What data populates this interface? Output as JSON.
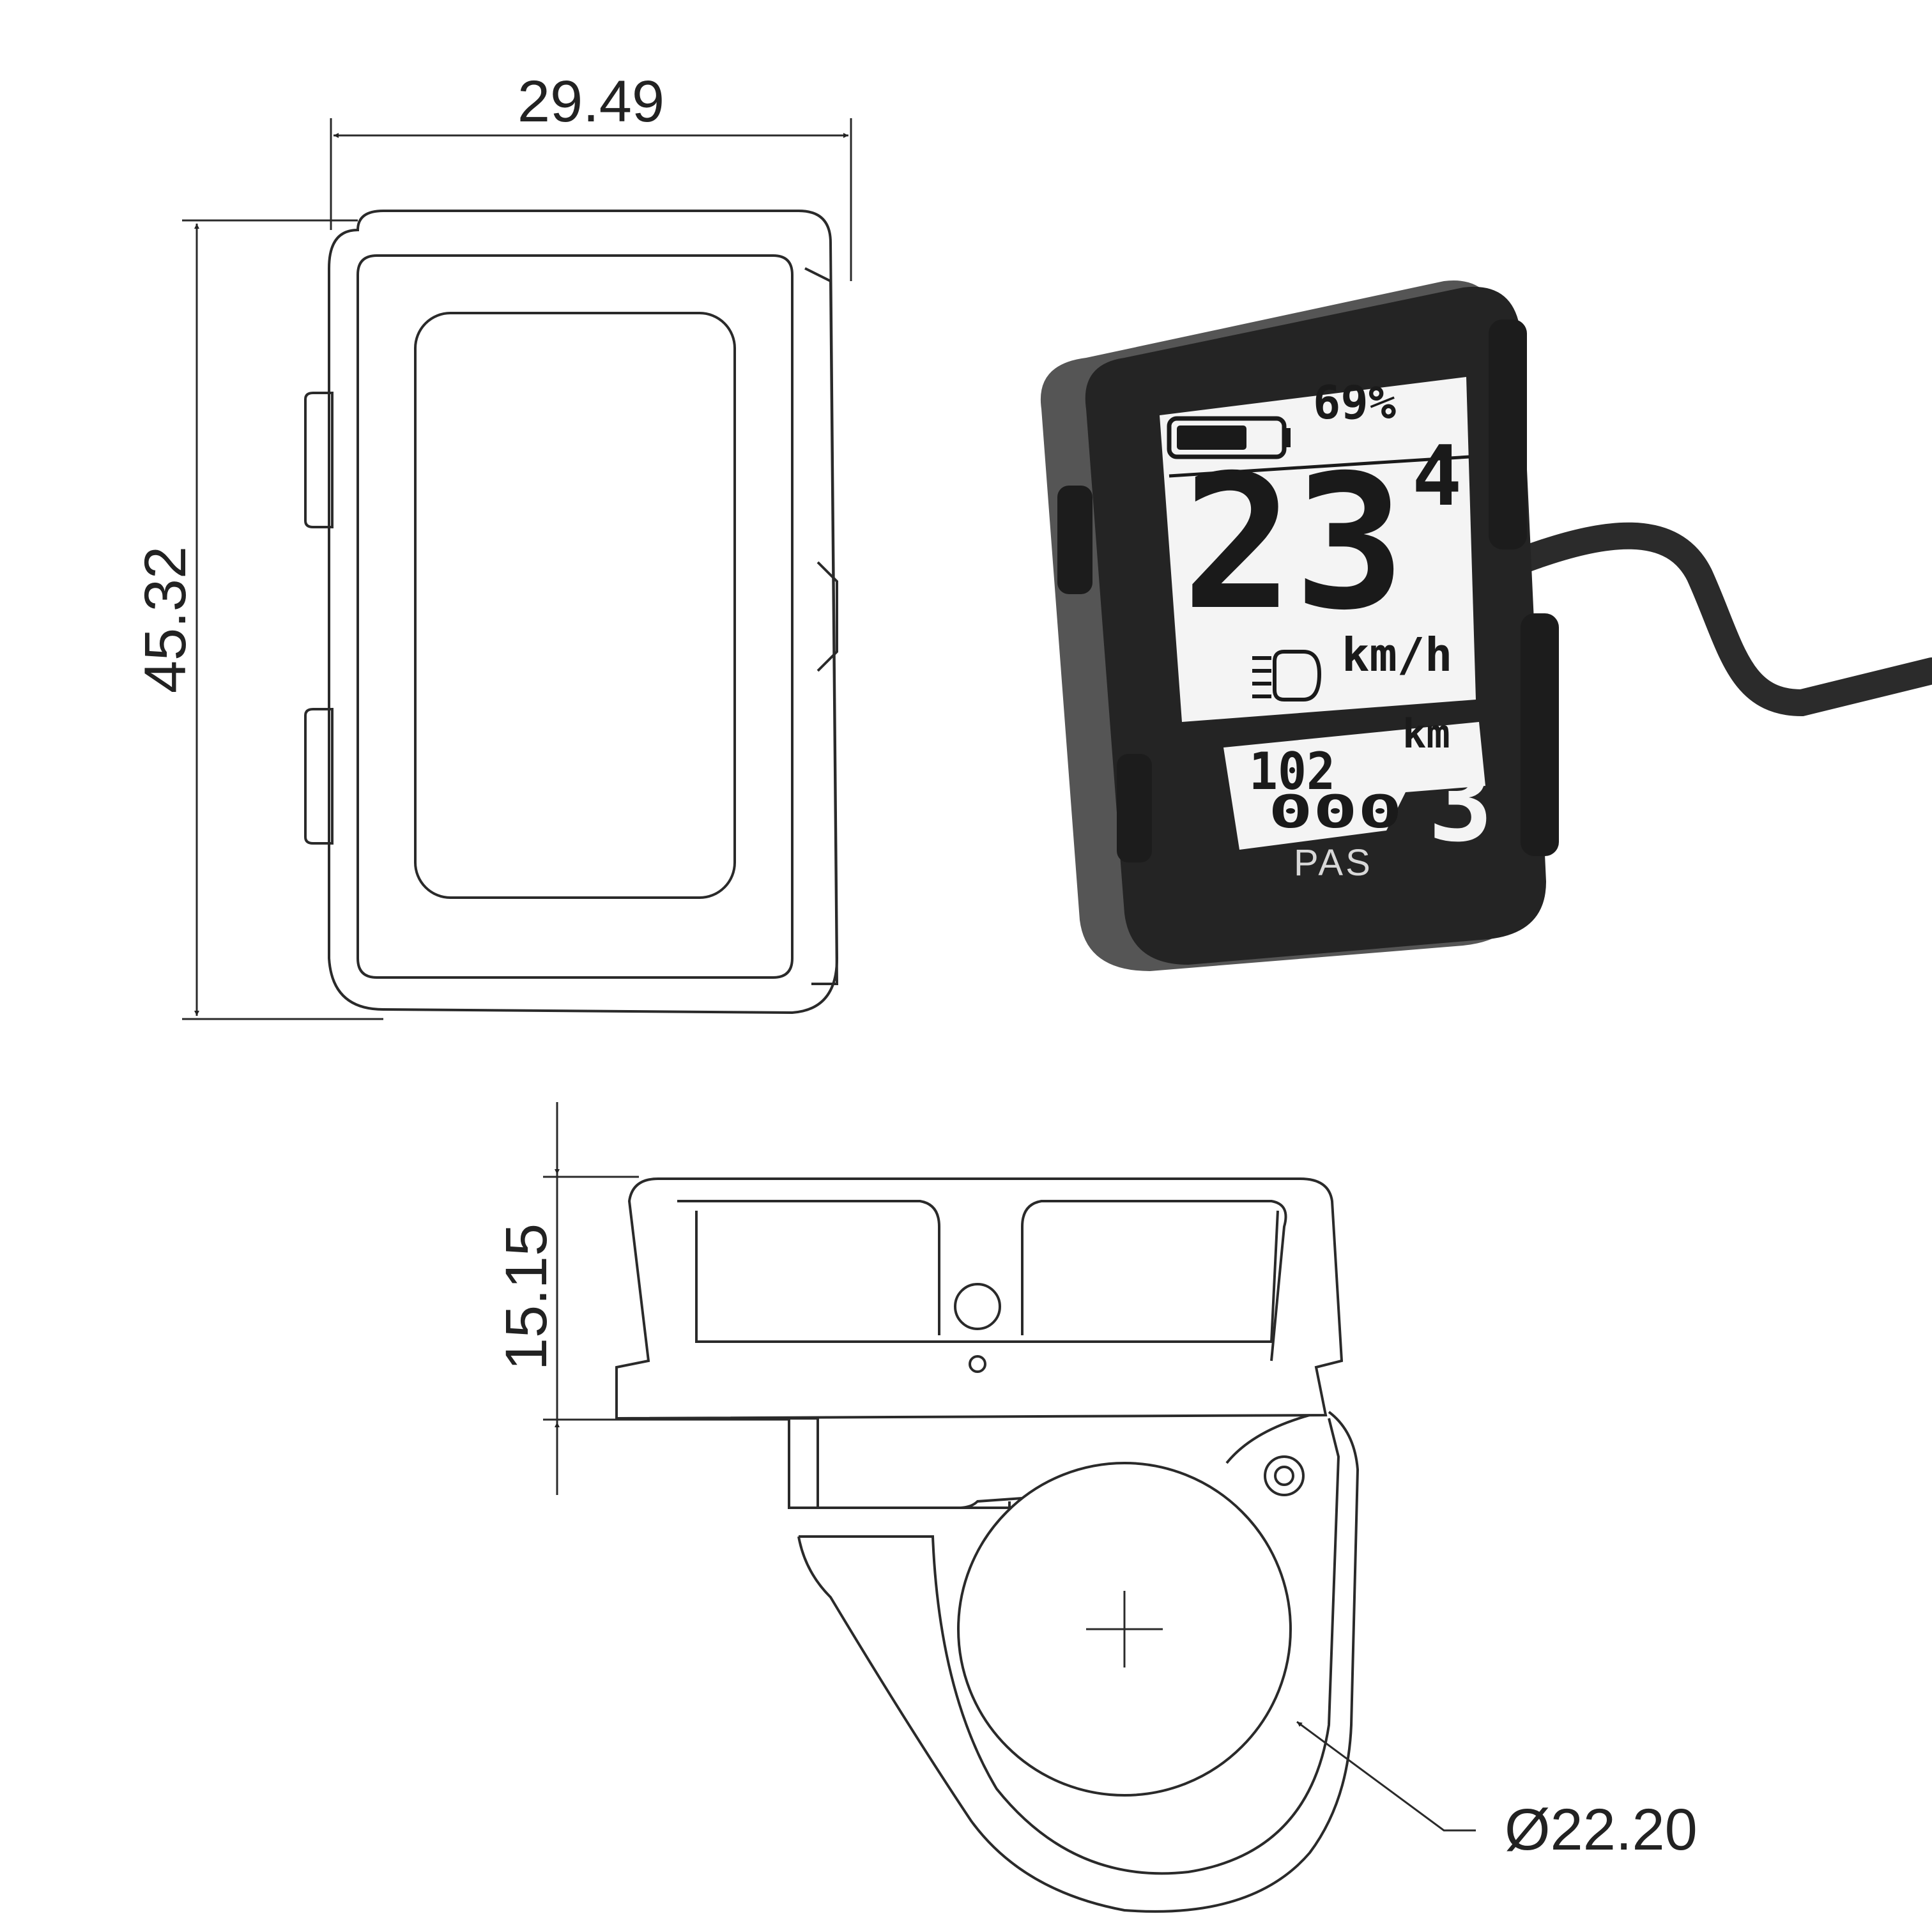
{
  "dimensions": {
    "width": "29.49",
    "height": "45.32",
    "depth": "15.15",
    "clamp_diameter": "Ø22.20"
  },
  "display": {
    "battery_percent": "69%",
    "battery_level": 0.7,
    "speed_main": "23",
    "speed_decimal": "4",
    "speed_unit": "km/h",
    "trip_value": "102",
    "trip_unit": "km",
    "odo_digits": "000",
    "assist_level": "3",
    "pas_label": "PAS"
  },
  "colors": {
    "line": "#2a2a2a",
    "device_body": "#242424",
    "lcd_background": "#f4f4f4",
    "lcd_segments": "#1a1a1a"
  },
  "icons": [
    "dimension-arrow",
    "headlight-icon",
    "battery-icon",
    "center-cross-icon"
  ]
}
